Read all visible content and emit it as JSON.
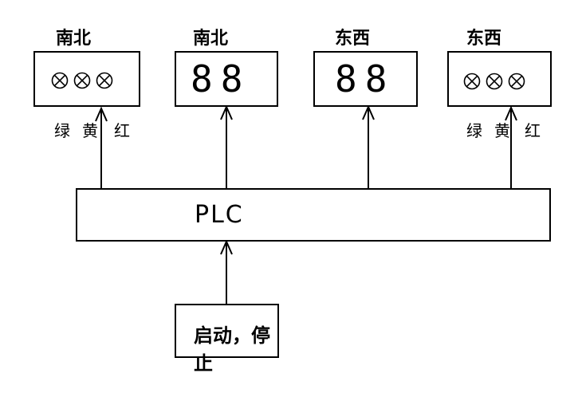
{
  "panels": [
    {
      "title": "南北",
      "type": "lamps",
      "lamp_labels": [
        "绿",
        "黄",
        "红"
      ]
    },
    {
      "title": "南北",
      "type": "display",
      "digits": "88"
    },
    {
      "title": "东西",
      "type": "display",
      "digits": "88"
    },
    {
      "title": "东西",
      "type": "lamps",
      "lamp_labels": [
        "绿",
        "黄",
        "红"
      ]
    }
  ],
  "plc": {
    "label": "PLC"
  },
  "control": {
    "label": "启动，停止"
  }
}
